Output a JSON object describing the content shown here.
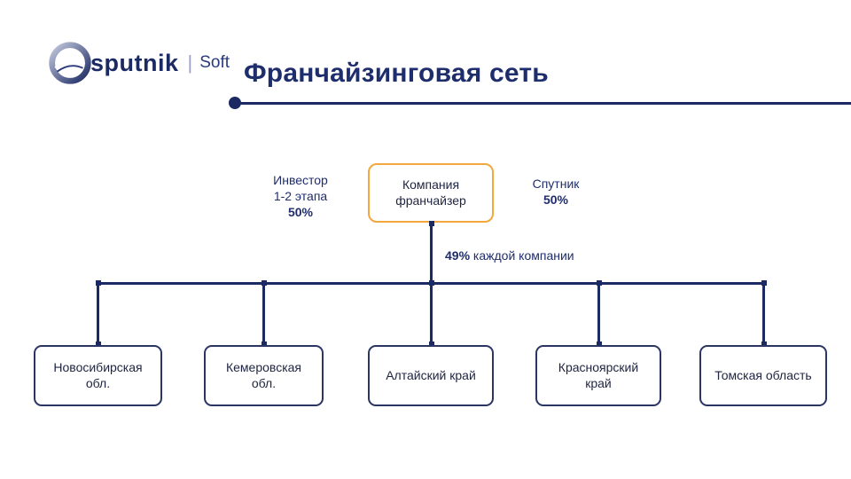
{
  "logo": {
    "brand": "sputnik",
    "divider": "|",
    "suffix": "Soft"
  },
  "slide": {
    "title": "Франчайзинговая сеть"
  },
  "diagram": {
    "root": {
      "label": "Компания франчайзер"
    },
    "left_note": {
      "line1": "Инвестор",
      "line2": "1-2 этапа",
      "percent": "50%"
    },
    "right_note": {
      "line1": "Спутник",
      "percent": "50%"
    },
    "edge_label": {
      "percent": "49%",
      "text": " каждой компании"
    },
    "children": [
      {
        "label": "Новосибирская обл."
      },
      {
        "label": "Кемеровская обл."
      },
      {
        "label": "Алтайский край"
      },
      {
        "label": "Красноярский край"
      },
      {
        "label": "Томская область"
      }
    ]
  },
  "colors": {
    "navy": "#1b2a63",
    "orange": "#f3a73f"
  }
}
